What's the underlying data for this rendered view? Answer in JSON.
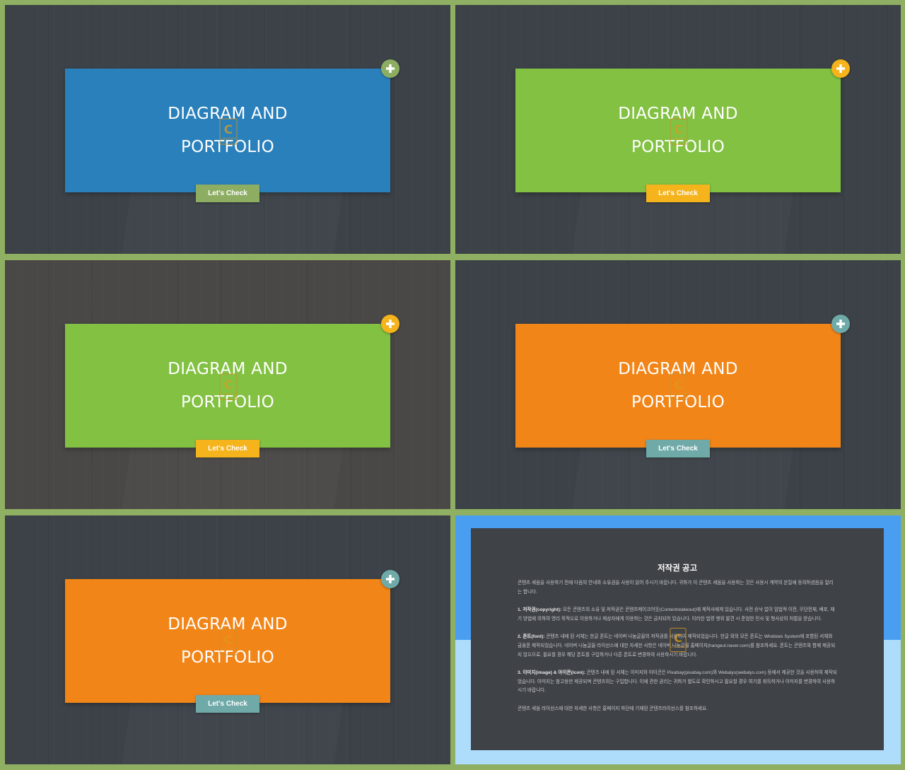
{
  "slides": [
    {
      "title_line1": "DIAGRAM AND",
      "title_line2": "PORTFOLIO",
      "button_label": "Let's Check",
      "card_color": "#2a80bb",
      "plus_color": "#8dae62",
      "button_color": "#8dae62",
      "bg_color": "#3c4247"
    },
    {
      "title_line1": "DIAGRAM AND",
      "title_line2": "PORTFOLIO",
      "button_label": "Let's Check",
      "card_color": "#82c142",
      "plus_color": "#f5b31c",
      "button_color": "#f5b31c",
      "bg_color": "#3c4247"
    },
    {
      "title_line1": "DIAGRAM AND",
      "title_line2": "PORTFOLIO",
      "button_label": "Let's Check",
      "card_color": "#82c142",
      "plus_color": "#f5b31c",
      "button_color": "#f5b31c",
      "bg_color": "#4a4847"
    },
    {
      "title_line1": "DIAGRAM AND",
      "title_line2": "PORTFOLIO",
      "button_label": "Let's Check",
      "card_color": "#f28518",
      "plus_color": "#6faaa9",
      "button_color": "#6faaa9",
      "bg_color": "#3c4247"
    },
    {
      "title_line1": "DIAGRAM AND",
      "title_line2": "PORTFOLIO",
      "button_label": "Let's Check",
      "card_color": "#f28518",
      "plus_color": "#6faaa9",
      "button_color": "#6faaa9",
      "bg_color": "#3c4247"
    }
  ],
  "watermark_text": "CONTENTS",
  "notice": {
    "title": "저작권 공고",
    "intro": "콘텐츠 세움을 사용하기 전에 다음의 안내와 소유권을 사용이 읽어 주시기 바랍니다. 귀하가 이 콘텐츠 세움을 사용하는 것은 사용시 계약의 본질에 동의하셨음을 알리는 합니다.",
    "p1_label": "1. 저작권(copyright):",
    "p1_text": " 모든 콘텐츠의 소유 및 저작권은 콘텐츠메이크어웃(Contentstakeout)에 제작사에게 있습니다. 사전 승낙 없이 임법적 이전, 무단전재, 배포, 재기 방법에 의하여 영리 목적으로 이용하거나 제삼자에게 이용하는 것은 금지되어 있습니다. 이러한 법령 행위 발견 시 준엄한 민사 및 형사상의 처벌을 받습니다.",
    "p2_label": "2. 폰트(font):",
    "p2_text": " 콘텐츠 내에 된 서체는 한글 폰트는 네이버 나눔글꼴의 저작권를 사용하여 제작되었습니다. 한글 외의 모든 폰트는 Windows System에 포함된 서체와 금융폰 제작되었습니다. 네이버 나눔글꼴 라이선스에 대한 자세한 사항은 네이버 나눔글꼴 홈페이지(hangeul.naver.com)를 참조하세요. 폰트는 콘텐츠와 함께 제공되지 않으므로, 필요할 경우 해당 폰트를 구입하거나 다른 폰트로 변경하여 사용하시기 바랍니다.",
    "p3_label": "3. 이미지(image) & 아이콘(icon):",
    "p3_text": " 콘텐츠 내에 된 서체는 이미지와 아이콘은 Pixabay(pixabay.com)와 Webalys(webalys.com) 등에서 제공한 것을 사용하여 제작되었습니다. 이미지는 참고용만 제공되며 콘텐츠의는 구입합니다. 이에 관한 권리는 귀하가 별도로 확인하시고 필요할 경우 여기를 취득하거나 이미지를 변경하여 사용하시기 바랍니다.",
    "footer": "콘텐츠 세움 라이선스에 대한 자세한 사항은 홈페이지 하단에 기재된 콘텐츠라이선스를 참조하세요."
  }
}
